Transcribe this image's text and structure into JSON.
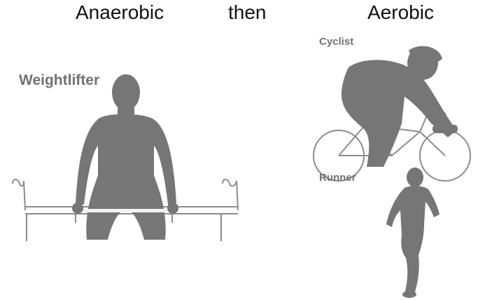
{
  "headings": {
    "left": "Anaerobic",
    "middle": "then",
    "right": "Aerobic"
  },
  "figures": {
    "weightlifter_label": "Weightlifter",
    "cyclist_label": "Cyclist",
    "runner_label": "Runner"
  },
  "colors": {
    "silhouette": "#767676",
    "label": "#7a6e72",
    "heading": "#111111",
    "line": "#8c8c8c",
    "barbell_highlight": "#f2f2f2"
  }
}
